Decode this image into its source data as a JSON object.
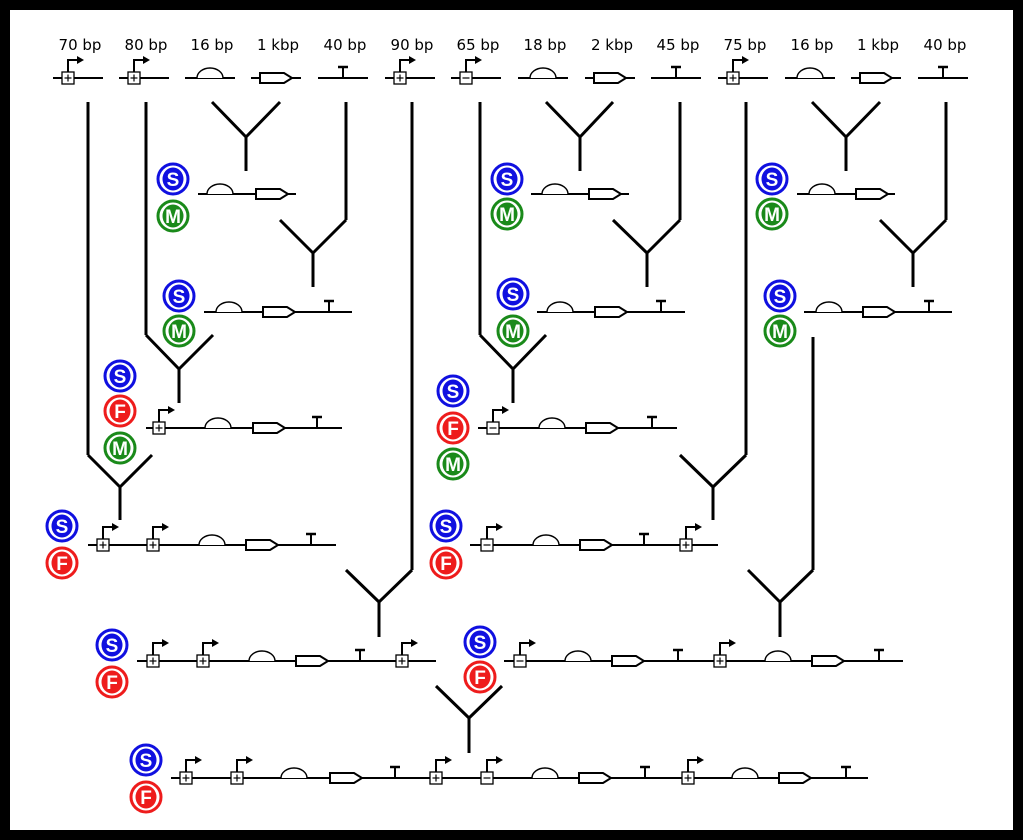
{
  "part_sizes": [
    "70 bp",
    "80 bp",
    "16 bp",
    "1 kbp",
    "40 bp",
    "90 bp",
    "65 bp",
    "18 bp",
    "2 kbp",
    "45 bp",
    "75 bp",
    "16 bp",
    "1 kbp",
    "40 bp"
  ],
  "badges": {
    "S": "S",
    "M": "M",
    "F": "F"
  },
  "colors": {
    "S": "#1010e0",
    "M": "#1a8a1a",
    "F": "#ee1c1c",
    "ink": "#000000",
    "border": "#000000"
  },
  "glyph_types": [
    "promoter-plus",
    "promoter-minus",
    "rbs",
    "cds",
    "terminator"
  ]
}
